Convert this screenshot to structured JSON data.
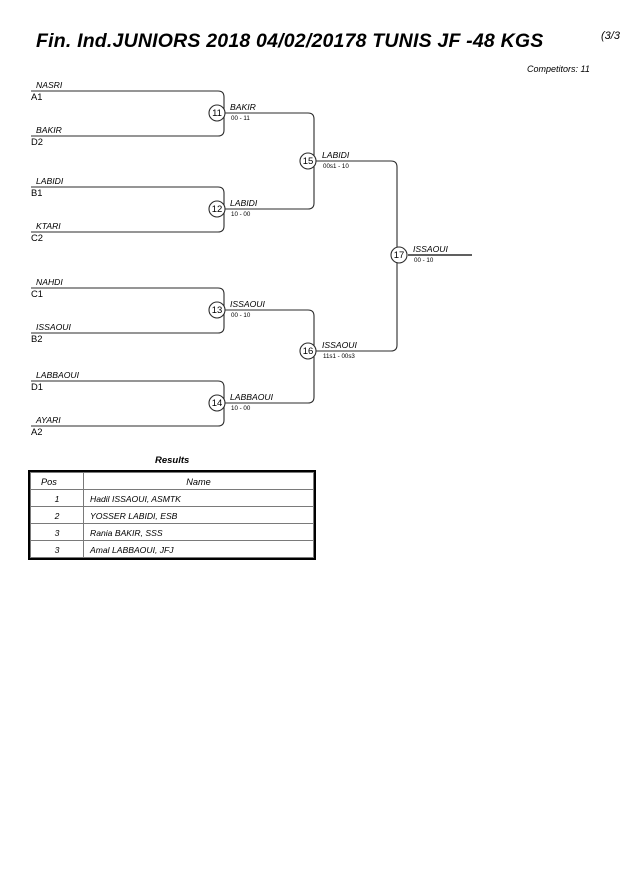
{
  "header": {
    "title": "Fin. Ind.JUNIORS 2018  04/02/20178  TUNIS   JF -48 KGS",
    "page_number": "(3/3",
    "competitors": "Competitors: 11"
  },
  "bracket": {
    "entrants": [
      {
        "name": "NASRI",
        "seed": "A1"
      },
      {
        "name": "BAKIR",
        "seed": "D2"
      },
      {
        "name": "LABIDI",
        "seed": "B1"
      },
      {
        "name": "KTARI",
        "seed": "C2"
      },
      {
        "name": "NAHDI",
        "seed": "C1"
      },
      {
        "name": "ISSAOUI",
        "seed": "B2"
      },
      {
        "name": "LABBAOUI",
        "seed": "D1"
      },
      {
        "name": "AYARI",
        "seed": "A2"
      }
    ],
    "matches": [
      {
        "number": "11",
        "winner": "BAKIR",
        "score": "00 - 11"
      },
      {
        "number": "12",
        "winner": "LABIDI",
        "score": "10 - 00"
      },
      {
        "number": "13",
        "winner": "ISSAOUI",
        "score": "00 - 10"
      },
      {
        "number": "14",
        "winner": "LABBAOUI",
        "score": "10 - 00"
      },
      {
        "number": "15",
        "winner": "LABIDI",
        "score": "00s1 - 10"
      },
      {
        "number": "16",
        "winner": "ISSAOUI",
        "score": "11s1 - 00s3"
      },
      {
        "number": "17",
        "winner": "ISSAOUI",
        "score": "00 - 10"
      }
    ]
  },
  "results": {
    "title": "Results",
    "columns": [
      "Pos",
      "Name"
    ],
    "rows": [
      {
        "pos": "1",
        "name": "Hadil ISSAOUI, ASMTK"
      },
      {
        "pos": "2",
        "name": "YOSSER LABIDI, ESB"
      },
      {
        "pos": "3",
        "name": "Rania BAKIR, SSS"
      },
      {
        "pos": "3",
        "name": "Amal LABBAOUI, JFJ"
      }
    ]
  }
}
